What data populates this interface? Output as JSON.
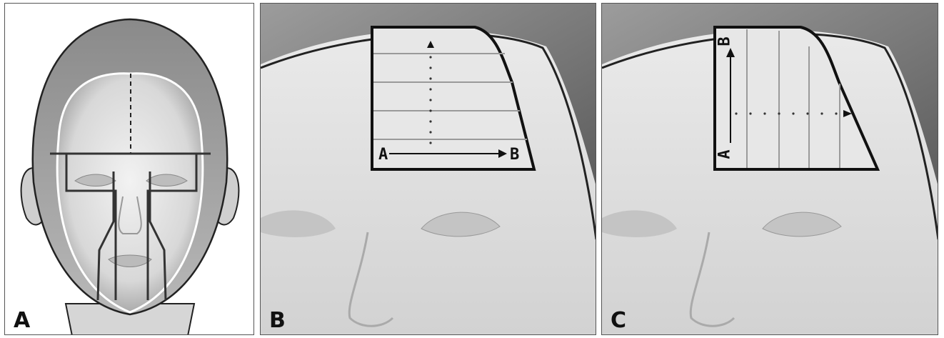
{
  "panels": [
    {
      "letter": "A"
    },
    {
      "letter": "B",
      "start_label": "A",
      "end_label": "B"
    },
    {
      "letter": "C",
      "start_label": "A",
      "end_label": "B"
    }
  ]
}
